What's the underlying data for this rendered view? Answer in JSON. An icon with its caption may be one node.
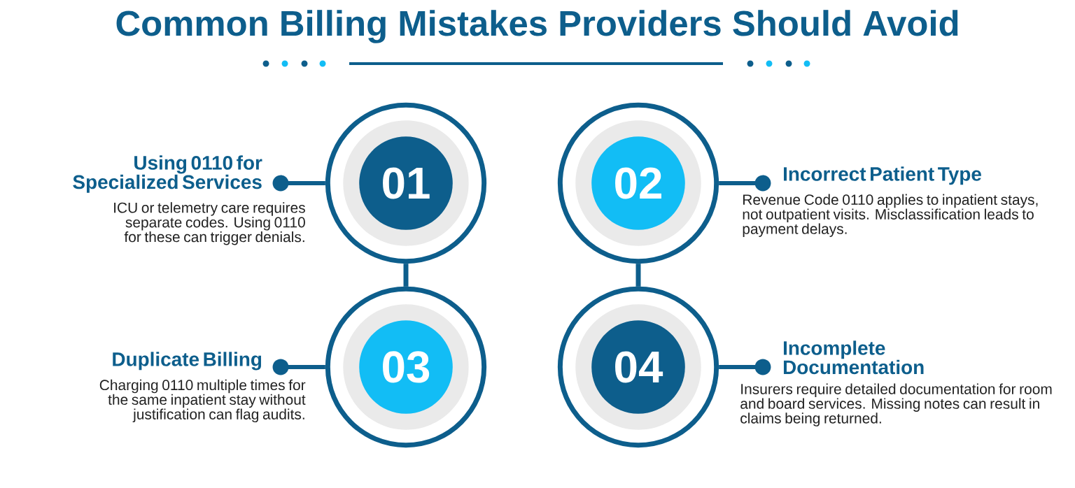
{
  "diagram": {
    "title": "Common Billing Mistakes Providers Should Avoid",
    "nodes": [
      {
        "text": [
          "01"
        ]
      },
      {
        "text": [
          "02"
        ]
      },
      {
        "text": [
          "03"
        ]
      },
      {
        "text": [
          "04"
        ]
      },
      {
        "text": [
          "Using 0110 for Specialized Services",
          "ICU or telemetry care requires separate codes. Using 0110 for these can trigger denials."
        ]
      },
      {
        "text": [
          "Incorrect Patient Type",
          "Revenue Code 0110 applies to inpatient stays, not outpatient visits. Misclassification leads to payment delays."
        ]
      },
      {
        "text": [
          "Duplicate Billing",
          "Charging 0110 multiple times for the same inpatient stay without justification can flag audits."
        ]
      },
      {
        "text": [
          "Incomplete Documentation",
          "Insurers require detailed documentation for room and board services. Missing notes can result in claims being returned."
        ]
      }
    ],
    "edges": [
      {
        "from": 0,
        "to": 4,
        "arrow": "other"
      },
      {
        "from": 1,
        "to": 5,
        "arrow": "other"
      },
      {
        "from": 2,
        "to": 6,
        "arrow": "other"
      },
      {
        "from": 3,
        "to": 7,
        "arrow": "other"
      },
      {
        "from": 0,
        "to": 2,
        "arrow": "none"
      },
      {
        "from": 1,
        "to": 3,
        "arrow": "none"
      }
    ]
  }
}
